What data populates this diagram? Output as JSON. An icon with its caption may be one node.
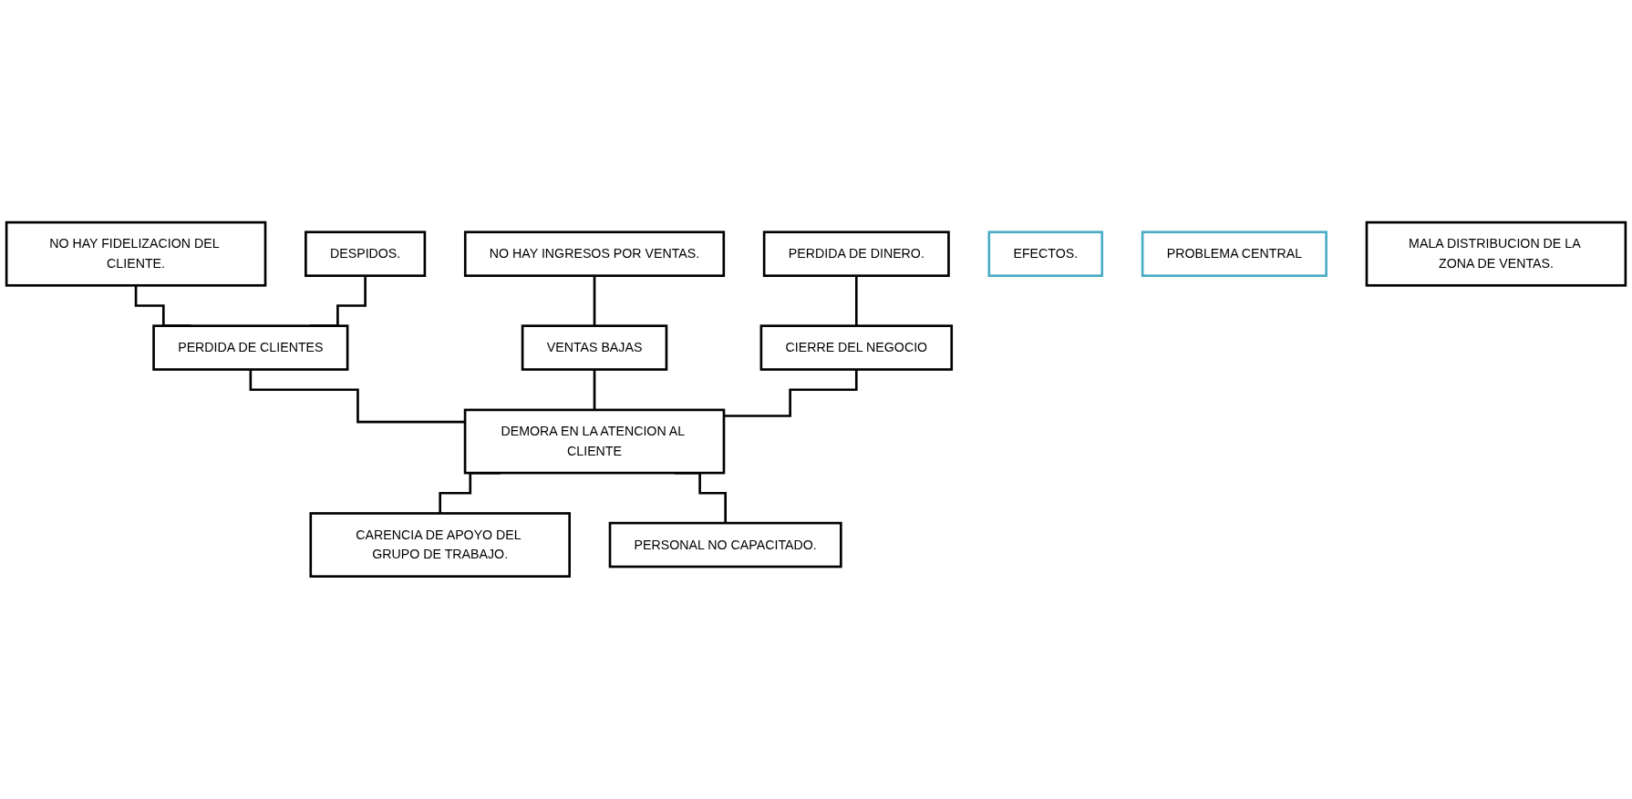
{
  "diagram": {
    "nodes": [
      {
        "text": [
          "NO HAY FIDELIZACION DEL CLIENTE."
        ]
      },
      {
        "text": [
          "DESPIDOS."
        ]
      },
      {
        "text": [
          "NO HAY INGRESOS POR VENTAS."
        ]
      },
      {
        "text": [
          "PERDIDA DE DINERO."
        ]
      },
      {
        "text": [
          "PERDIDA DE CLIENTES"
        ]
      },
      {
        "text": [
          "VENTAS BAJAS"
        ]
      },
      {
        "text": [
          "CIERRE DEL NEGOCIO"
        ]
      },
      {
        "text": [
          "EFECTOS."
        ]
      },
      {
        "text": [
          "PROBLEMA CENTRAL"
        ]
      },
      {
        "text": [
          "DEMORA EN LA ATENCION AL CLIENTE"
        ]
      },
      {
        "text": [
          "CARENCIA DE APOYO DEL GRUPO DE TRABAJO."
        ]
      },
      {
        "text": [
          "MALA DISTRIBUCION DE LA ZONA DE VENTAS."
        ]
      },
      {
        "text": [
          "PERSONAL NO CAPACITADO."
        ]
      }
    ],
    "edges": [
      {
        "from": 0,
        "to": 4,
        "arrow": "none"
      },
      {
        "from": 1,
        "to": 4,
        "arrow": "none"
      },
      {
        "from": 2,
        "to": 5,
        "arrow": "none"
      },
      {
        "from": 3,
        "to": 6,
        "arrow": "none"
      },
      {
        "from": 4,
        "to": 9,
        "arrow": "none"
      },
      {
        "from": 5,
        "to": 9,
        "arrow": "none"
      },
      {
        "from": 6,
        "to": 9,
        "arrow": "none"
      },
      {
        "from": 9,
        "to": 10,
        "arrow": "none"
      },
      {
        "from": 9,
        "to": 12,
        "arrow": "none"
      }
    ]
  }
}
